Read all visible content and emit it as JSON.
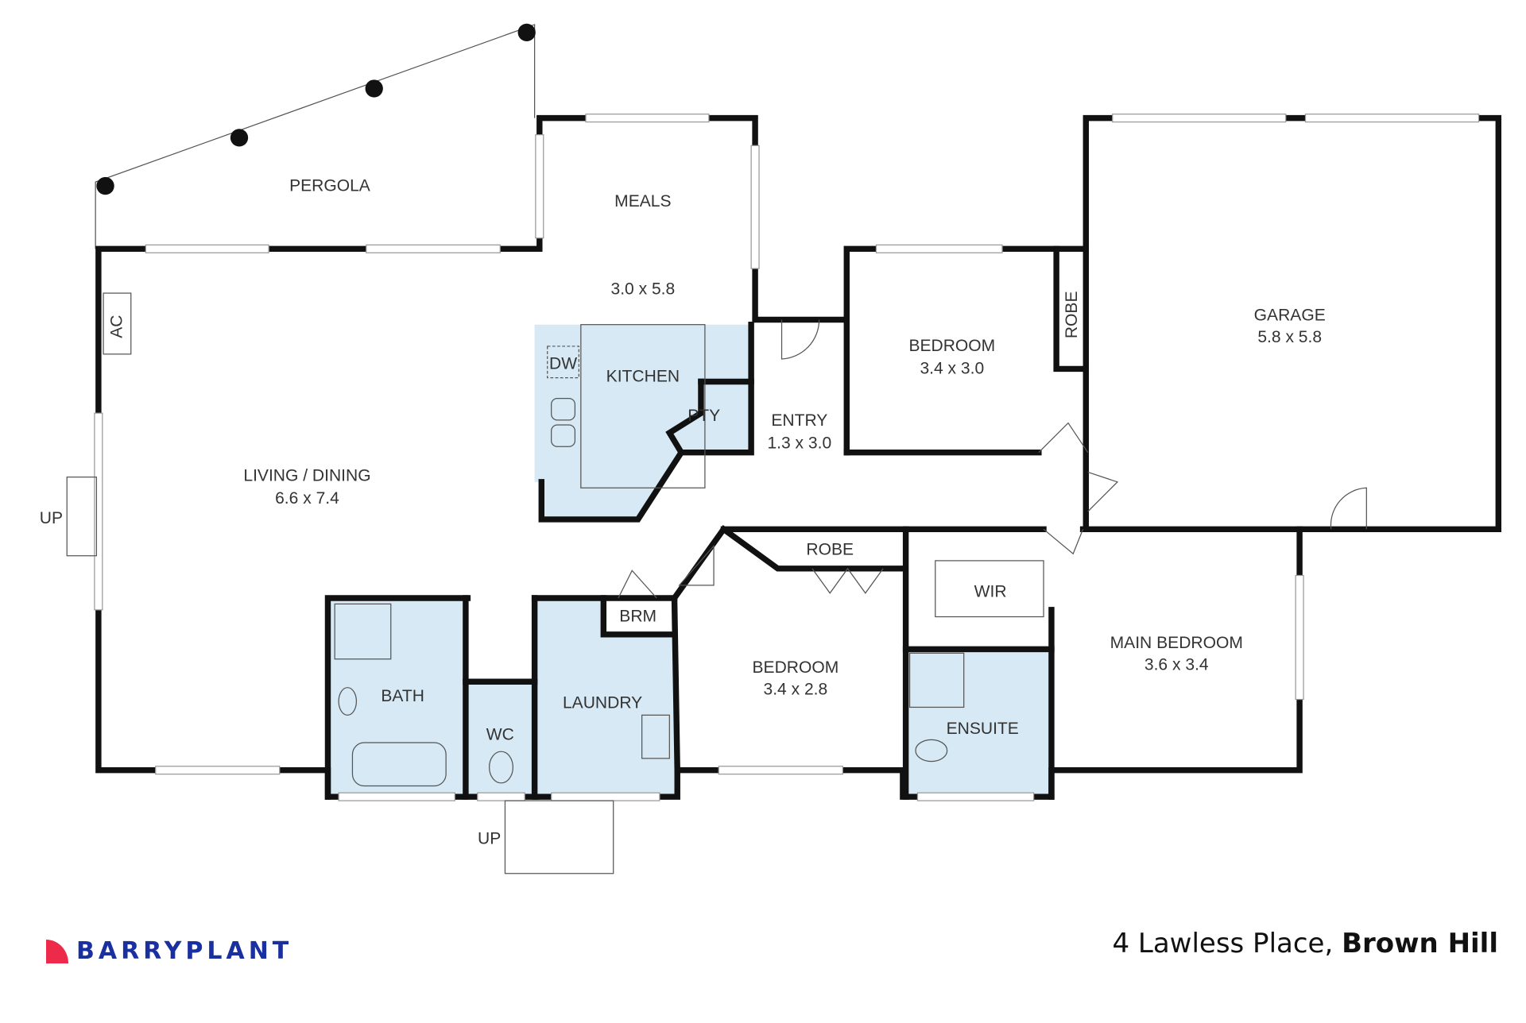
{
  "rooms": {
    "pergola": {
      "name": "PERGOLA"
    },
    "meals": {
      "name": "MEALS",
      "size": "3.0 x 5.8"
    },
    "kitchen": {
      "name": "KITCHEN"
    },
    "dw": {
      "name": "DW"
    },
    "pty": {
      "name": "PTY"
    },
    "ac": {
      "name": "AC"
    },
    "living": {
      "name": "LIVING / DINING",
      "size": "6.6 x 7.4"
    },
    "entry": {
      "name": "ENTRY",
      "size": "1.3 x 3.0"
    },
    "bedroom1": {
      "name": "BEDROOM",
      "size": "3.4 x 3.0"
    },
    "robe1": {
      "name": "ROBE"
    },
    "garage": {
      "name": "GARAGE",
      "size": "5.8 x 5.8"
    },
    "robe2": {
      "name": "ROBE"
    },
    "wir": {
      "name": "WIR"
    },
    "main_bedroom": {
      "name": "MAIN BEDROOM",
      "size": "3.6 x 3.4"
    },
    "ensuite": {
      "name": "ENSUITE"
    },
    "bedroom2": {
      "name": "BEDROOM",
      "size": "3.4 x 2.8"
    },
    "brm": {
      "name": "BRM"
    },
    "laundry": {
      "name": "LAUNDRY"
    },
    "wc": {
      "name": "WC"
    },
    "bath": {
      "name": "BATH"
    }
  },
  "stairs": {
    "left": "UP",
    "bottom": "UP"
  },
  "colors": {
    "wet_area": "#d6e9f5",
    "walls": "#111111",
    "logo_red": "#ee2a4a",
    "logo_blue": "#1a2fa0"
  },
  "footer": {
    "logo": "BARRYPLANT",
    "address_street": "4 Lawless Place,",
    "address_suburb": "Brown Hill"
  }
}
